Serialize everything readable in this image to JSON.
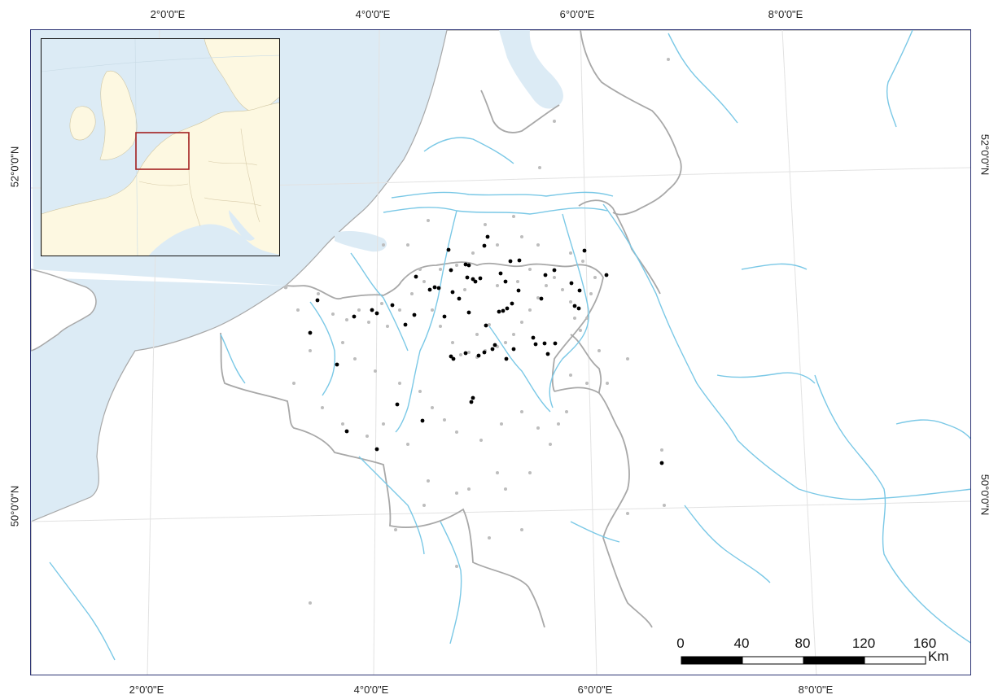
{
  "graticule": {
    "top": [
      "2°0'0\"E",
      "4°0'0\"E",
      "6°0'0\"E",
      "8°0'0\"E"
    ],
    "bottom": [
      "2°0'0\"E",
      "4°0'0\"E",
      "6°0'0\"E",
      "8°0'0\"E"
    ],
    "left": [
      "52°0'0\"N",
      "50°0'0\"N"
    ],
    "right": [
      "52°0'0\"N",
      "50°0'0\"N"
    ]
  },
  "scale_bar": {
    "ticks": [
      "0",
      "40",
      "80",
      "120",
      "160"
    ],
    "unit": "Km"
  },
  "colors": {
    "sea": "#dcebf5",
    "land_inset": "#fdf8e1",
    "rivers": "#7ac8e6",
    "borders": "#a8a8a8",
    "frame": "#2c3373",
    "inset_extent": "#a32020",
    "site_primary": "#000000",
    "site_secondary": "#bdbdbd"
  }
}
